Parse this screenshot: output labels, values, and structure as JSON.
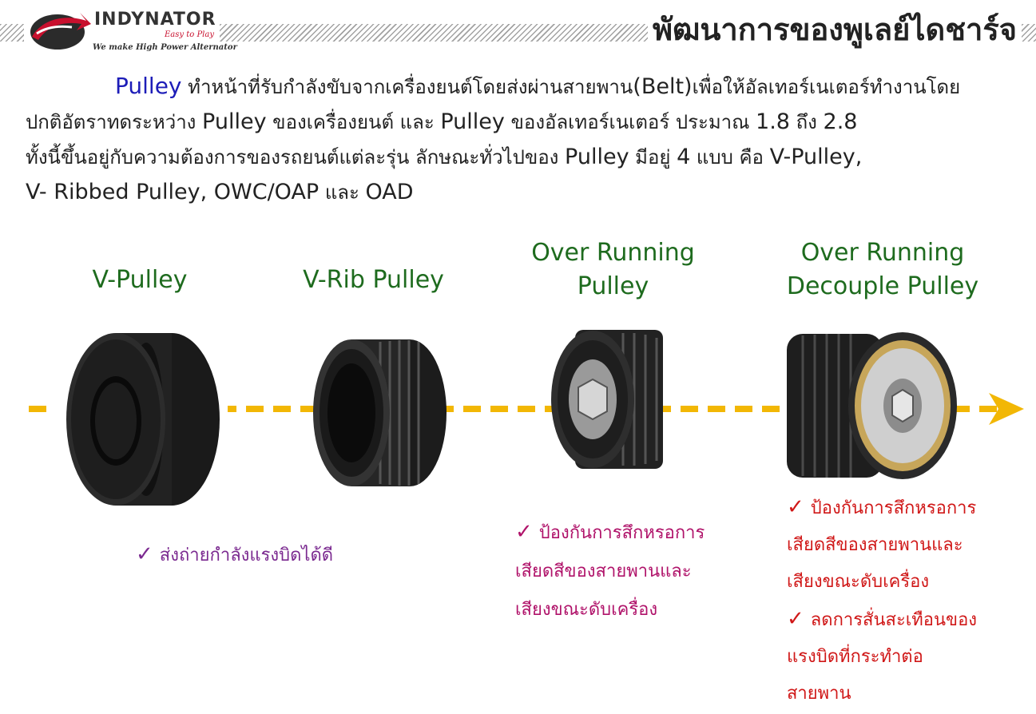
{
  "header": {
    "logo": {
      "brand": "INDYNATOR",
      "slogan": "Easy to Play",
      "tagline": "We make High Power Alternator"
    },
    "title": "พัฒนาการของพูเลย์ไดชาร์จ"
  },
  "intro": {
    "term1": "Pulley",
    "line1_rest": " ทำหน้าที่รับกำลังขับจากเครื่องยนต์โดยส่งผ่านสายพาน",
    "belt": "(Belt)",
    "line1_end": "เพื่อให้อัลเทอร์เนเตอร์ทำงานโดย",
    "line2_a": "ปกติอัตราทดระหว่าง ",
    "line2_term": "Pulley",
    "line2_b": " ของเครื่องยนต์ และ ",
    "line2_term2": "Pulley",
    "line2_c": " ของอัลเทอร์เนเตอร์ ประมาณ ",
    "ratio_low": "1.8",
    "line2_d": " ถึง ",
    "ratio_high": "2.8",
    "line3_a": "ทั้งนี้ขึ้นอยู่กับความต้องการของรถยนต์แต่ละรุ่น ลักษณะทั่วไปของ ",
    "line3_term": "Pulley",
    "line3_b": " มีอยู่ ",
    "count": "4",
    "line3_c": " แบบ คือ ",
    "line3_d": "V-Pulley,",
    "line4_a": "V- Ribbed Pulley, OWC/OAP",
    "line4_b": " และ ",
    "line4_c": "OAD"
  },
  "types": [
    {
      "label": "V-Pulley"
    },
    {
      "label": "V-Rib Pulley"
    },
    {
      "label_line1": "Over Running",
      "label_line2": "Pulley"
    },
    {
      "label_line1": "Over Running",
      "label_line2": "Decouple Pulley"
    }
  ],
  "benefits": {
    "vpulley": {
      "check": "✓",
      "text": "ส่งถ่ายกำลังแรงบิดได้ดี"
    },
    "orp": {
      "check": "✓",
      "line1": "ป้องกันการสึกหรอการ",
      "line2": "เสียดสีของสายพานและ",
      "line3": "เสียงขณะดับเครื่อง"
    },
    "ordp": {
      "check": "✓",
      "line1": "ป้องกันการสึกหรอการ",
      "line2": "เสียดสีของสายพานและ",
      "line3": "เสียงขณะดับเครื่อง",
      "check2": "✓",
      "line4": "ลดการสั่นสะเทือนของ",
      "line5": "แรงบิดที่กระทำต่อ",
      "line6": "สายพาน"
    }
  },
  "colors": {
    "accent_green": "#1e6b1e",
    "accent_blue": "#1d1db8",
    "arrow_yellow": "#f2b705",
    "purple": "#7b2a90",
    "magenta": "#b0136a",
    "red": "#d01818"
  }
}
